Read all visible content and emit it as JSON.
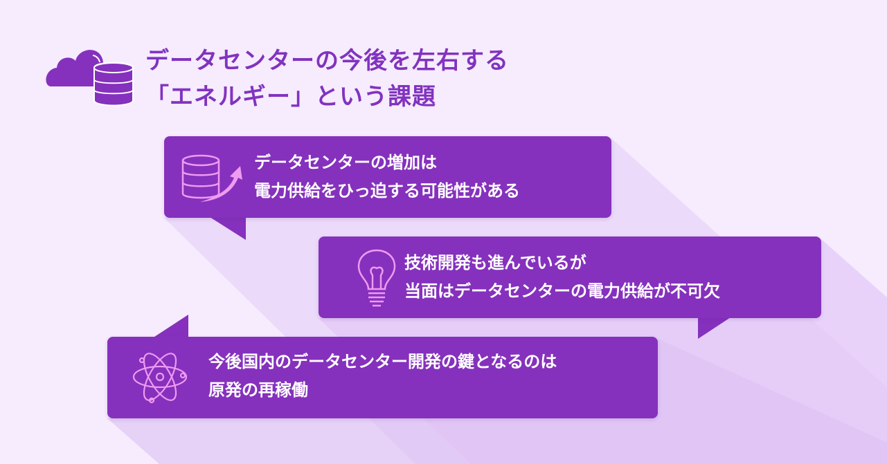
{
  "title": {
    "line1": "データセンターの今後を左右する",
    "line2": "「エネルギー」という課題"
  },
  "colors": {
    "background": "#f6ecfd",
    "accent": "#8531bd",
    "icon": "#f09af2"
  },
  "bubbles": [
    {
      "icon": "database-growth-icon",
      "line1": "データセンターの増加は",
      "line2": "電力供給をひっ迫する可能性がある"
    },
    {
      "icon": "lightbulb-icon",
      "line1": "技術開発も進んでいるが",
      "line2": "当面はデータセンターの電力供給が不可欠"
    },
    {
      "icon": "atom-icon",
      "line1": "今後国内のデータセンター開発の鍵となるのは",
      "line2": "原発の再稼働"
    }
  ]
}
